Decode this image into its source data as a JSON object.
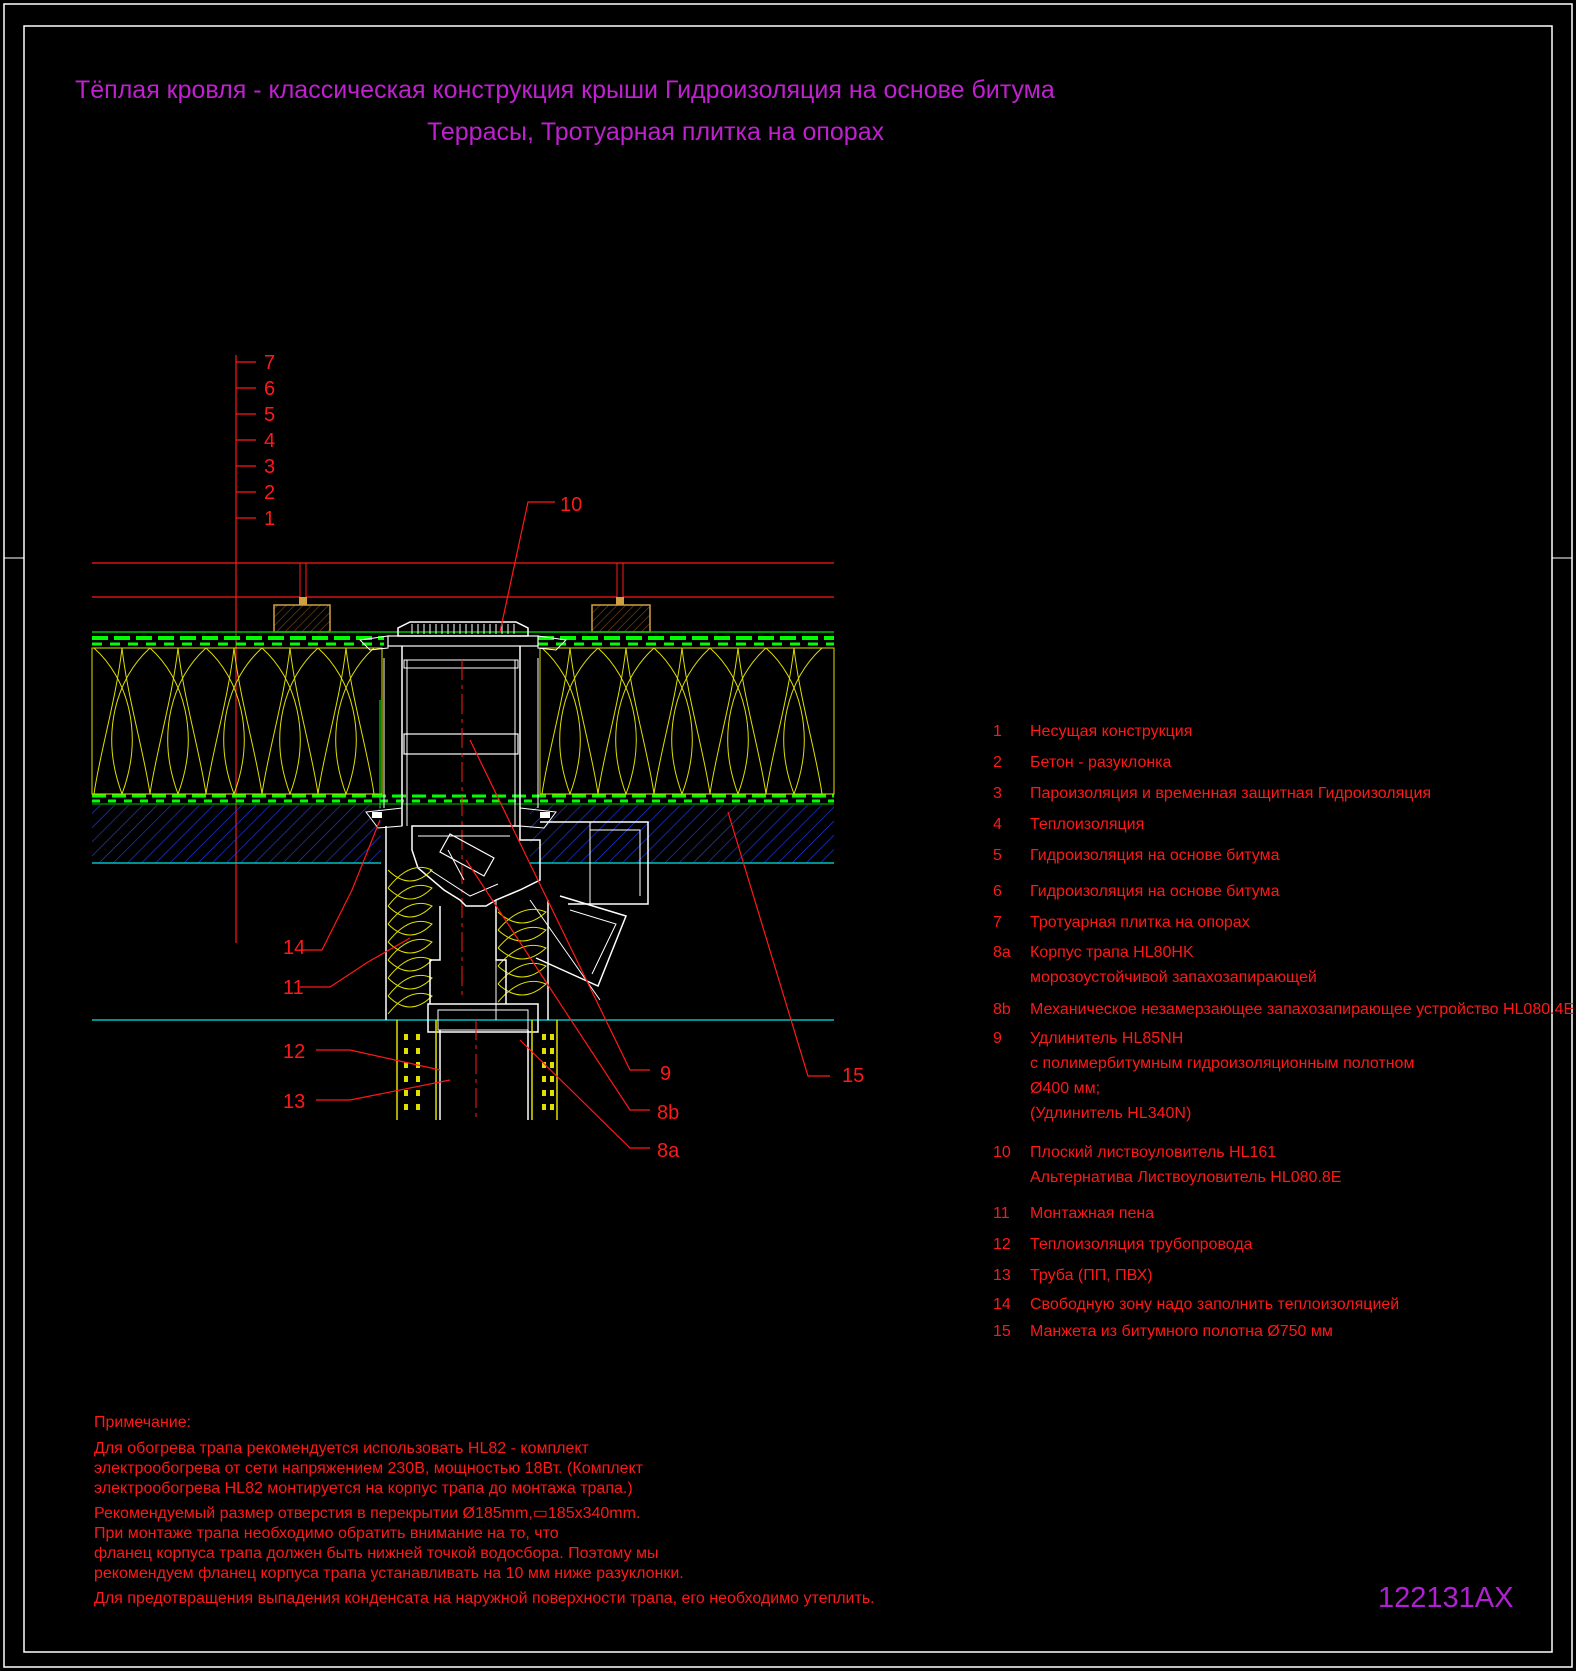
{
  "title_line1": "Тёплая кровля - классическая конструкция крыши Гидроизоляция на основе битума",
  "title_line2": "Террасы, Тротуарная плитка на опорах",
  "layer_scale": [
    "7",
    "6",
    "5",
    "4",
    "3",
    "2",
    "1"
  ],
  "callouts": {
    "c10": "10",
    "c14": "14",
    "c11": "11",
    "c12": "12",
    "c13": "13",
    "c9": "9",
    "c8b": "8b",
    "c8a": "8a",
    "c15": "15"
  },
  "legend": [
    {
      "num": "1",
      "lines": [
        "Несущая конструкция"
      ]
    },
    {
      "num": "2",
      "lines": [
        "Бетон - разуклонка"
      ]
    },
    {
      "num": "3",
      "lines": [
        "Пароизоляция и временная защитная Гидроизоляция"
      ]
    },
    {
      "num": "4",
      "lines": [
        "Теплоизоляция"
      ]
    },
    {
      "num": "5",
      "lines": [
        "Гидроизоляция на основе битума"
      ]
    },
    {
      "num": "6",
      "lines": [
        "Гидроизоляция на основе битума"
      ]
    },
    {
      "num": "7",
      "lines": [
        "Тротуарная плитка на опорах"
      ]
    },
    {
      "num": "8a",
      "lines": [
        "Корпус трапа HL80HK",
        "морозоустойчивой запахозапирающей"
      ]
    },
    {
      "num": "8b",
      "lines": [
        "Механическое незамерзающее запахозапирающее устройство HL080.4E"
      ]
    },
    {
      "num": "9",
      "lines": [
        "Удлинитель HL85NH",
        " с полимербитумным гидроизоляционным полотном",
        "Ø400 мм;",
        "(Удлинитель HL340N)"
      ]
    },
    {
      "num": "10",
      "lines": [
        "Плоский листвоуловитель HL161",
        "Альтернатива Листвоуловитель HL080.8E"
      ]
    },
    {
      "num": "11",
      "lines": [
        "Монтажная пена"
      ]
    },
    {
      "num": "12",
      "lines": [
        "Теплоизоляция трубопровода"
      ]
    },
    {
      "num": "13",
      "lines": [
        "Труба (ПП, ПВХ)"
      ]
    },
    {
      "num": "14",
      "lines": [
        " Свободную зону надо заполнить теплоизоляцией"
      ]
    },
    {
      "num": "15",
      "lines": [
        " Манжета из битумного полотна Ø750 мм"
      ]
    }
  ],
  "note": {
    "heading": "Примечание:",
    "p1": [
      "Для обогрева трапа рекомендуется использовать HL82 - комплект",
      "электрообогрева от сети напряжением 230В, мощностью 18Вт. (Комплект",
      "электрообогрева HL82 монтируется на корпус трапа до монтажа трапа.)"
    ],
    "p2": [
      "Рекомендуемый размер отверстия в перекрытии Ø185mm,▭185x340mm.",
      "При монтаже трапа необходимо обратить внимание на то, что",
      "фланец корпуса трапа должен быть нижней точкой водосбора. Поэтому мы",
      "рекомендуем фланец корпуса трапа устанавливать на 10 мм ниже разуклонки."
    ],
    "p3": [
      "Для предотвращения выпадения конденсата на наружной поверхности трапа, его необходимо утеплить."
    ]
  },
  "drawing_code": "122131AX",
  "colors": {
    "background": "#000000",
    "title": "#c020d0",
    "annotation": "#ff1818",
    "membrane": "#00ff00",
    "insulation": "#e0e000",
    "concrete_hatch": "#2040ff",
    "slab_line": "#00c0c0",
    "frame": "#ffffff"
  }
}
